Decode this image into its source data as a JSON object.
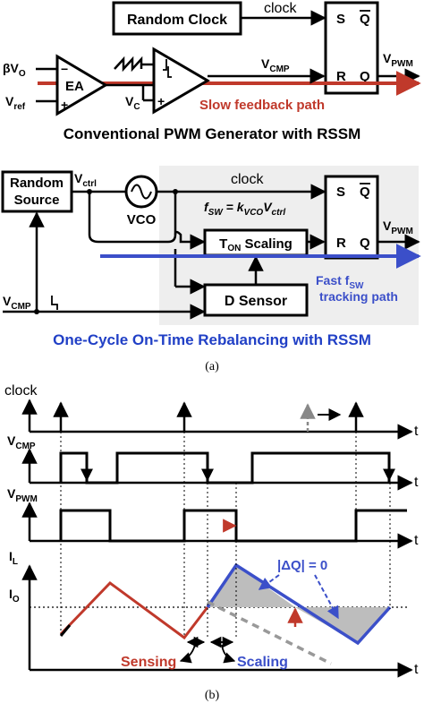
{
  "top": {
    "random_clock": "Random Clock",
    "clock": "clock",
    "s": "S",
    "qbar": "Q",
    "r": "R",
    "q": "Q",
    "vpwm_v": "V",
    "vpwm_sub": "PWM",
    "bvo_beta": "βV",
    "bvo_sub": "O",
    "vref_v": "V",
    "vref_sub": "ref",
    "ea": "EA",
    "minus": "−",
    "plus": "+",
    "vc_v": "V",
    "vc_sub": "C",
    "vcmp_v": "V",
    "vcmp_sub": "CMP",
    "slow_path": "Slow feedback path",
    "title": "Conventional PWM Generator with RSSM"
  },
  "middle": {
    "random_source_1": "Random",
    "random_source_2": "Source",
    "vctrl_v": "V",
    "vctrl_sub": "ctrl",
    "vco": "VCO",
    "clock": "clock",
    "fsw_f": "f",
    "fsw_sub": "SW",
    "fsw_eq": " = k",
    "kvco_sub": "VCO",
    "vctrl2_v": "V",
    "vctrl2_sub": "ctrl",
    "s": "S",
    "qbar": "Q",
    "r": "R",
    "q": "Q",
    "ton_t": "T",
    "ton_sub": "ON",
    "ton_rest": " Scaling",
    "d_sensor": "D Sensor",
    "vpwm_v": "V",
    "vpwm_sub": "PWM",
    "vcmp_v": "V",
    "vcmp_sub": "CMP",
    "fast_1": "Fast f",
    "fast_sub": "SW",
    "fast_2": "tracking path",
    "title": "One-Cycle On-Time Rebalancing with RSSM"
  },
  "caption_a": "(a)",
  "waveforms": {
    "clock": "clock",
    "vcmp_v": "V",
    "vcmp_sub": "CMP",
    "vpwm_v": "V",
    "vpwm_sub": "PWM",
    "il_i": "I",
    "il_sub": "L",
    "io_i": "I",
    "io_sub": "O",
    "t": "t",
    "delta_q": "|ΔQ| = 0",
    "sensing": "Sensing",
    "scaling": "Scaling"
  },
  "caption_b": "(b)",
  "colors": {
    "red_path": "#c0392b",
    "blue_path": "#3b4fc9",
    "shade": "#eeeeee",
    "fill_gray": "#bdbdbd"
  }
}
